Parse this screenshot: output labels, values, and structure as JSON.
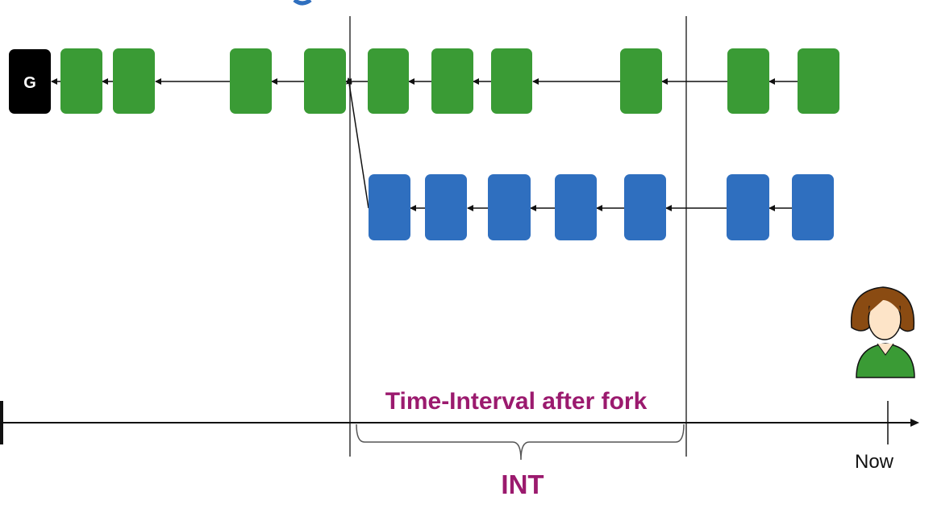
{
  "genesis_label": "G",
  "interval_caption": "Time-Interval after fork",
  "interval_abbrev": "INT",
  "now_label": "Now",
  "colors": {
    "main_chain": "#3a9b35",
    "fork_chain": "#2f6fbf",
    "genesis": "#000000",
    "accent_text": "#9b1a6e",
    "person_hair": "#8a4b12",
    "person_skin": "#fde4c8",
    "person_shirt": "#3a9b35"
  },
  "icons": {
    "person": "person-icon"
  }
}
